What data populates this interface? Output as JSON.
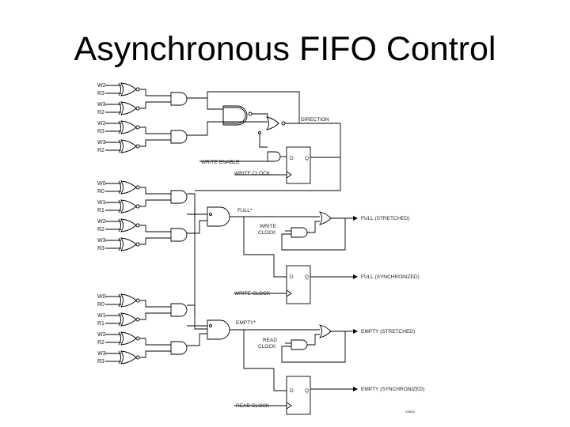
{
  "slide": {
    "title": "Asynchronous FIFO Control"
  },
  "diagram": {
    "input_pairs": [
      [
        "W2",
        "R3"
      ],
      [
        "W3",
        "R2"
      ],
      [
        "W2",
        "R3"
      ],
      [
        "W3",
        "R2"
      ],
      [
        "W0",
        "R0"
      ],
      [
        "W1",
        "R1"
      ],
      [
        "W2",
        "R2"
      ],
      [
        "W3",
        "R3"
      ],
      [
        "W0",
        "R0"
      ],
      [
        "W1",
        "R1"
      ],
      [
        "W2",
        "R2"
      ],
      [
        "W3",
        "R3"
      ]
    ],
    "labels": {
      "direction": "DIRECTION",
      "write_enable": "WRITE ENABLE",
      "write_clock": "WRITE CLOCK",
      "write_clock_line1": "WRITE",
      "read_clock_line1": "READ",
      "clock_line2": "CLOCK",
      "read_clock": "READ CLOCK",
      "full_star": "FULL*",
      "empty_star": "EMPTY*",
      "full_stretched": "FULL (STRETCHED)",
      "full_sync": "FULL (SYNCHRONIZED)",
      "empty_stretched": "EMPTY (STRETCHED)",
      "empty_sync": "EMPTY (SYNCHRONIZED)",
      "d": "D",
      "q": "Q",
      "figure_id": "X5838"
    }
  }
}
